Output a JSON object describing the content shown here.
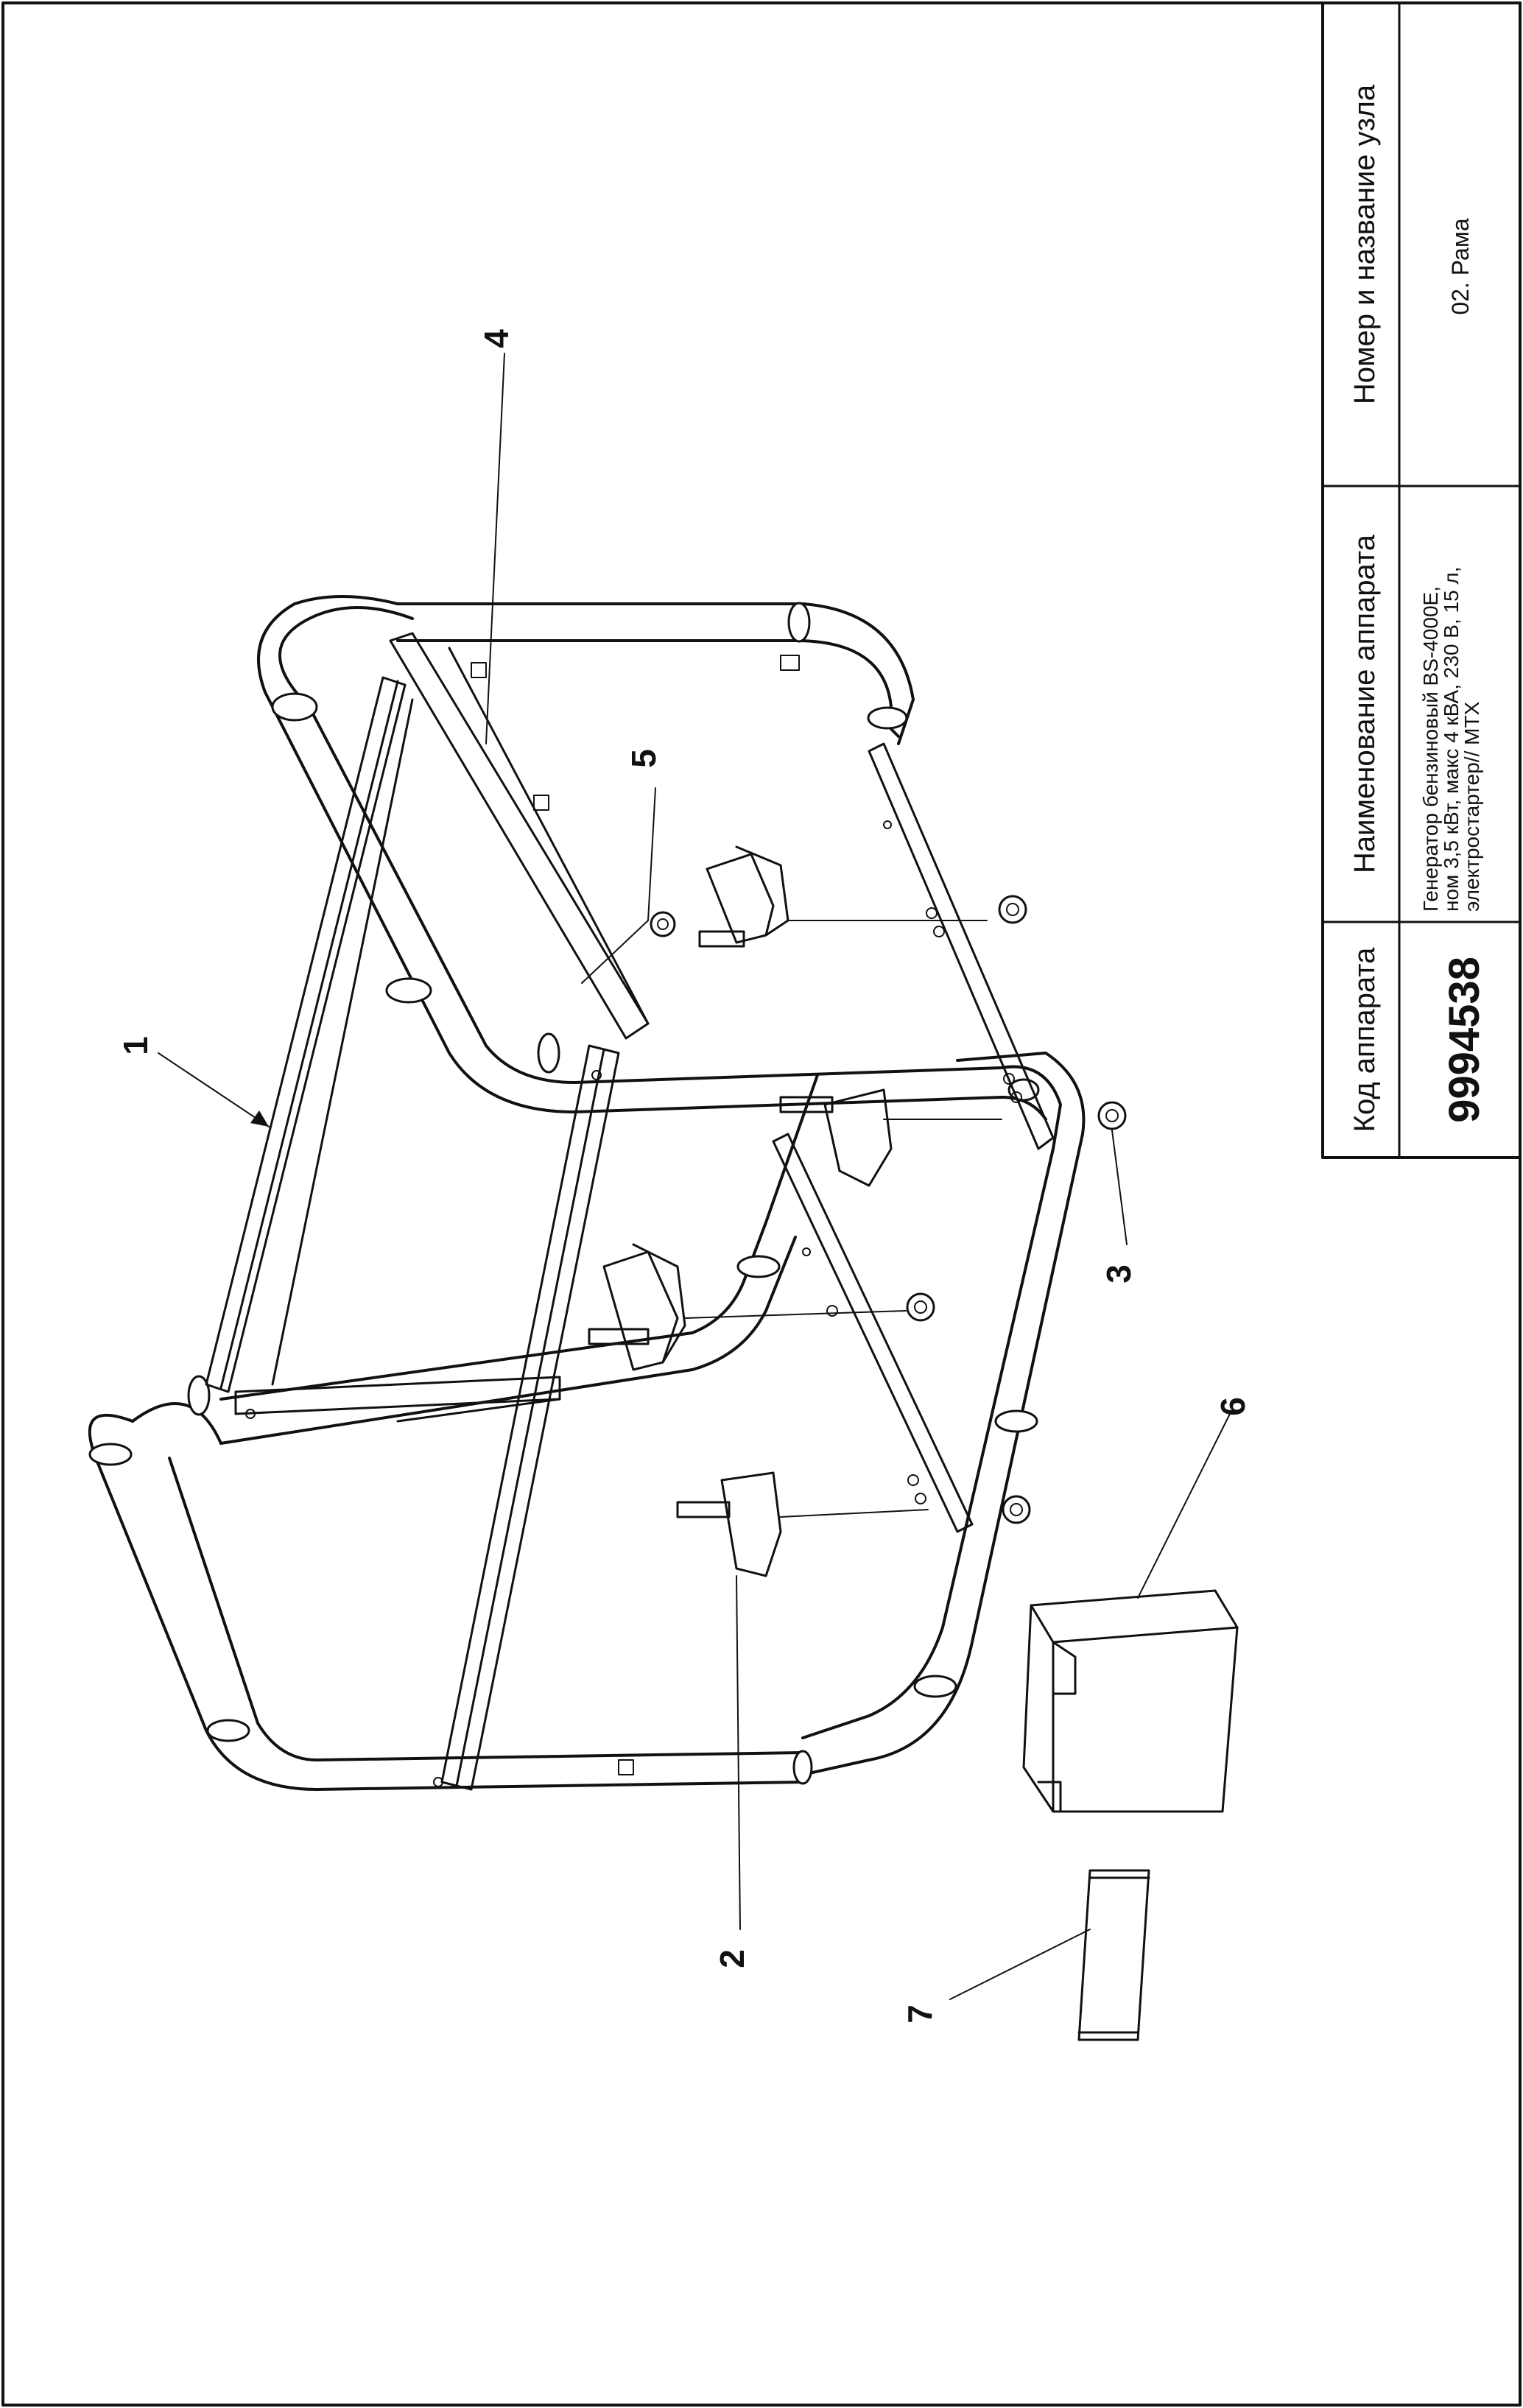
{
  "title_block": {
    "code_header": "Код аппарата",
    "code_value": "9994538",
    "name_header": "Наименование аппарата",
    "name_lines": [
      "Генератор бензиновый BS-4000E,",
      "ном 3,5 кВт, макс 4 кВА, 230 В, 15 л,",
      "электростартер// MTX"
    ],
    "node_header": "Номер и название узла",
    "node_value": "02. Рама"
  },
  "callouts": [
    "1",
    "2",
    "3",
    "4",
    "5",
    "6",
    "7"
  ]
}
